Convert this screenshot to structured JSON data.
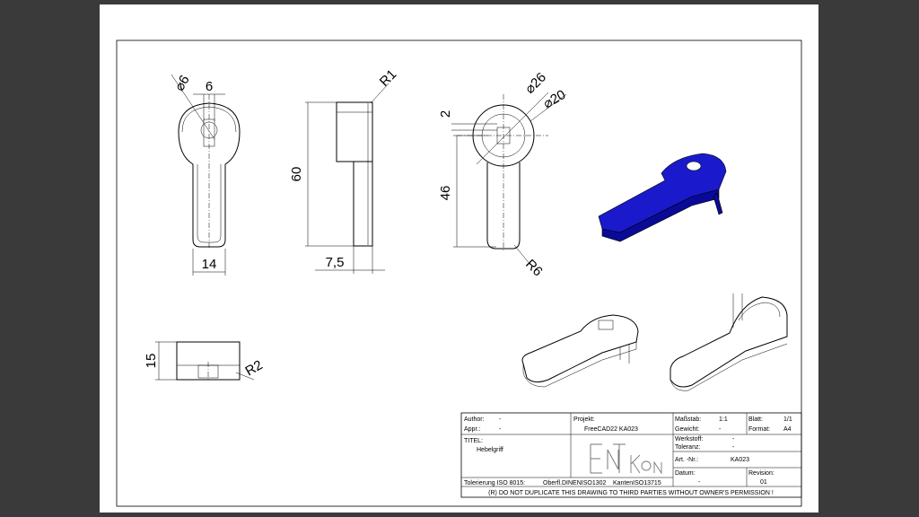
{
  "dimensions": {
    "front": {
      "dia6": "⌀6",
      "width_top": "6",
      "width_bottom": "14"
    },
    "side": {
      "radius": "R1",
      "height": "60",
      "thickness": "7,5"
    },
    "right": {
      "dia26": "⌀26",
      "dia20": "⌀20",
      "gap": "2",
      "length": "46",
      "radius": "R6"
    },
    "bottom": {
      "height": "15",
      "radius": "R2"
    }
  },
  "colors": {
    "iso_view": "#1a1acc"
  },
  "title_block": {
    "author_label": "Author:",
    "author_value": "-",
    "appr_label": "Appr.:",
    "appr_value": "-",
    "projekt_label": "Projekt:",
    "projekt_value": "FreeCAD22 KA023",
    "massstab_label": "Maßstab:",
    "massstab_value": "1:1",
    "blatt_label": "Blatt:",
    "blatt_value": "1/1",
    "gewicht_label": "Gewicht:",
    "gewicht_value": "-",
    "format_label": "Format:",
    "format_value": "A4",
    "werkstoff_label": "Werkstoff:",
    "werkstoff_value": "-",
    "toleranz_label": "Toleranz:",
    "toleranz_value": "-",
    "titel_label": "TITEL:",
    "titel_value": "Hebelgriff",
    "art_label": "Art. -Nr.:",
    "art_value": "KA023",
    "datum_label": "Datum:",
    "datum_value": "-",
    "revision_label": "Revision:",
    "revision_value": "01",
    "tolerierung": "Tolerierung ISO 8015:",
    "oberfl": "Oberfl.DINENISO1302",
    "kanten": "KantenISO13715",
    "notice": "(R) DO NOT DUPLICATE THIS DRAWING TO THIRD PARTIES WITHOUT OWNER'S PERMISSION !",
    "logo": "ENTKON"
  }
}
